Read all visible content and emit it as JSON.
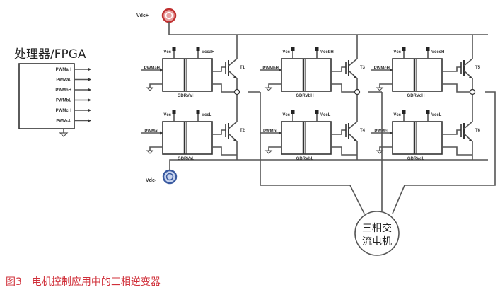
{
  "processor": {
    "title": "处理器/FPGA",
    "outputs": [
      "PWMaH",
      "PWMaL",
      "PWMbH",
      "PWMbL",
      "PWMcH",
      "PWMcL"
    ]
  },
  "supply": {
    "positive_label": "Vdc+",
    "negative_label": "Vdc-",
    "positive_color": "#d03a3a",
    "negative_color": "#3a5aa0"
  },
  "drivers": [
    {
      "name": "GDRVaH",
      "input": "PWMaH",
      "vcc": "Vcc",
      "vboot": "VccaH",
      "transistor": "T1"
    },
    {
      "name": "GDRVbH",
      "input": "PWMbH",
      "vcc": "Vcc",
      "vboot": "VccbH",
      "transistor": "T3"
    },
    {
      "name": "GDRVcH",
      "input": "PWMcH",
      "vcc": "Vcc",
      "vboot": "VcccH",
      "transistor": "T5"
    },
    {
      "name": "GDRVaL",
      "input": "PWMaL",
      "vcc": "Vcc",
      "vboot": "VccL",
      "transistor": "T2"
    },
    {
      "name": "GDRVbL",
      "input": "PWMbL",
      "vcc": "Vcc",
      "vboot": "VccL",
      "transistor": "T4"
    },
    {
      "name": "GDRVcL",
      "input": "PWMcL",
      "vcc": "Vcc",
      "vboot": "VccL",
      "transistor": "T6"
    }
  ],
  "motor": {
    "line1": "三相交",
    "line2": "流电机"
  },
  "caption": {
    "figure": "图3",
    "text": "电机控制应用中的三相逆变器",
    "color": "#d0303a"
  }
}
